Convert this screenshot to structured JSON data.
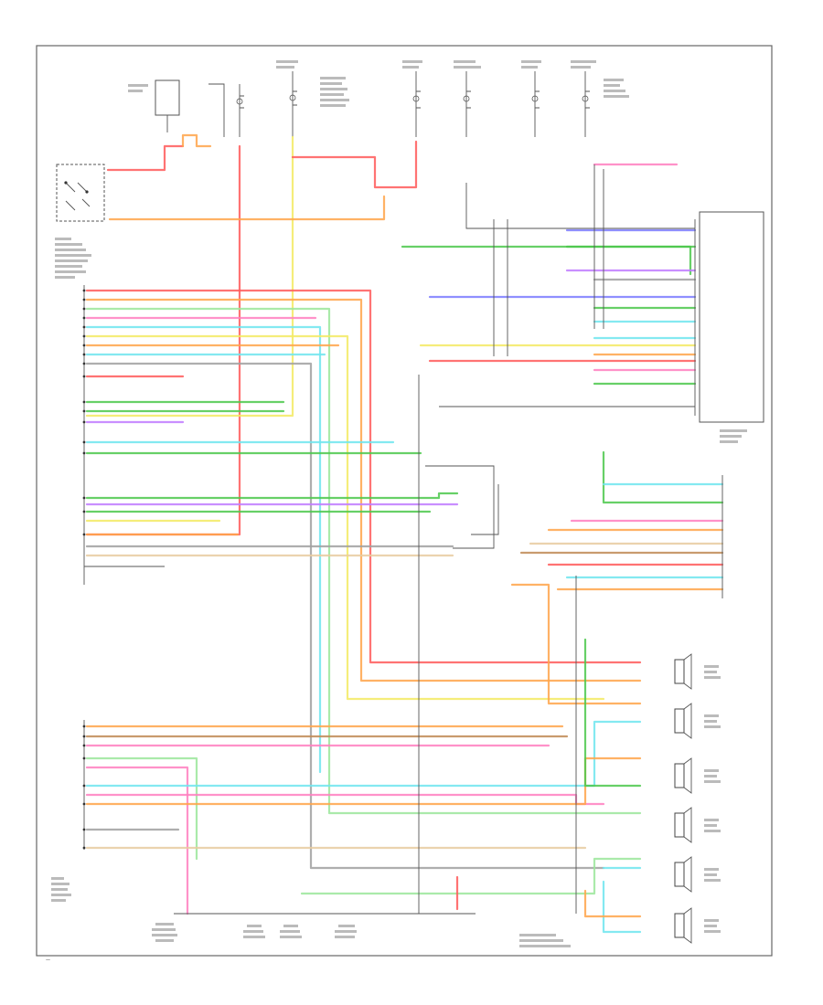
{
  "diagram": {
    "page_code": "—",
    "colors": {
      "red": "#ff5a5a",
      "pink": "#ff7fbf",
      "orange": "#ffa54a",
      "yellow": "#f3ea63",
      "green": "#4cc84c",
      "light_green": "#9be69b",
      "cyan": "#6fe5ef",
      "blue": "#7b7bff",
      "violet": "#c07bff",
      "brown": "#c08a55",
      "tan": "#e8cba0",
      "gray": "#a0a0a0",
      "black": "#333333",
      "white": "#dddddd"
    },
    "components": [
      {
        "key": "head-unit-module",
        "kind": "module"
      },
      {
        "key": "ignition-switch",
        "kind": "switch"
      },
      {
        "key": "amplifier",
        "kind": "module"
      },
      {
        "key": "right-front-speaker",
        "kind": "speaker"
      },
      {
        "key": "left-front-speaker",
        "kind": "speaker"
      },
      {
        "key": "right-front-tweeter",
        "kind": "speaker"
      },
      {
        "key": "right-rear-tweeter",
        "kind": "speaker"
      },
      {
        "key": "left-front-tweeter",
        "kind": "speaker"
      },
      {
        "key": "left-rear-speaker",
        "kind": "speaker"
      }
    ]
  }
}
